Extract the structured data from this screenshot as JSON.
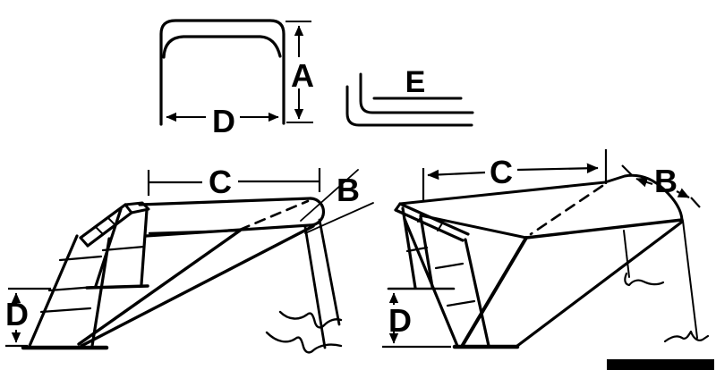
{
  "figure": {
    "ink_color": "#000000",
    "background_color": "#ffffff",
    "redaction_bar_color": "#000000"
  },
  "labels": {
    "front_view": {
      "height": "A",
      "width": "D"
    },
    "bracket_detail": {
      "length": "E"
    },
    "folded_view": {
      "span": "C",
      "rear_bow": "B",
      "mount_rise": "D"
    },
    "open_view": {
      "span": "C",
      "rear_bow": "B",
      "mount_rise": "D"
    }
  }
}
